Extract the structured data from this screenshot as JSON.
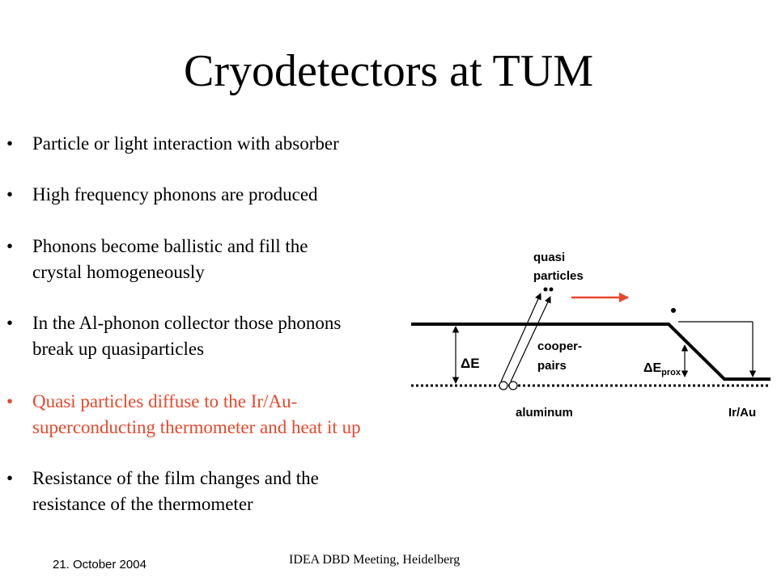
{
  "title": "Cryodetectors at TUM",
  "bullet_symbol": "•",
  "bullets": [
    {
      "lines": [
        "Particle or light interaction with absorber"
      ]
    },
    {
      "lines": [
        "High frequency phonons are produced"
      ]
    },
    {
      "lines": [
        "Phonons become ballistic and fill the",
        "crystal homogeneously"
      ]
    },
    {
      "lines": [
        "In the Al-phonon collector those phonons",
        "break up quasiparticles"
      ]
    },
    {
      "lines": [
        "Quasi particles diffuse to the Ir/Au-",
        "superconducting thermometer and heat it up"
      ],
      "highlighted": true
    },
    {
      "lines": [
        "Resistance of the film changes and the",
        "resistance of the thermometer"
      ]
    }
  ],
  "diagram": {
    "quasi": "quasi",
    "particles": "particles",
    "cooper": "cooper-",
    "pairs": "pairs",
    "delta_e": "ΔE",
    "delta_e_prox_main": "ΔE",
    "delta_e_prox_sub": "prox",
    "aluminum": "aluminum",
    "ir_au": "Ir/Au"
  },
  "footer": {
    "date": "21. October 2004",
    "meeting": "IDEA DBD Meeting, Heidelberg"
  },
  "colors": {
    "highlight": "#e8472b",
    "text": "#000000",
    "background": "#ffffff"
  }
}
